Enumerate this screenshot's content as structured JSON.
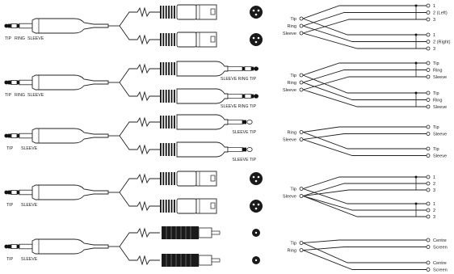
{
  "rows": [
    {
      "jack_labels": [
        "TIP",
        "RING",
        "SLEEVE"
      ],
      "connector_type": "xlr",
      "connector_labels": [
        "",
        ""
      ],
      "wiring": {
        "inputs": [
          "Tip",
          "Ring",
          "Sleeve"
        ],
        "outputs": [
          "1",
          "2 (Left)",
          "3",
          "1",
          "2 (Right)",
          "3"
        ]
      }
    },
    {
      "jack_labels": [
        "TIP",
        "RING",
        "SLEEVE"
      ],
      "connector_type": "trs",
      "connector_labels": [
        "SLEEVE RING TIP",
        "SLEEVE RING TIP"
      ],
      "wiring": {
        "inputs": [
          "Tip",
          "Ring",
          "Sleeve"
        ],
        "outputs": [
          "Tip",
          "Ring",
          "Sleeve",
          "Tip",
          "Ring",
          "Sleeve"
        ]
      }
    },
    {
      "jack_labels": [
        "TIP",
        "SLEEVE"
      ],
      "connector_type": "ts",
      "connector_labels": [
        "SLEEVE    TIP",
        "SLEEVE    TIP"
      ],
      "wiring": {
        "inputs": [
          "Ring",
          "Sleeve"
        ],
        "outputs": [
          "Tip",
          "Sleeve",
          "Tip",
          "Sleeve"
        ]
      }
    },
    {
      "jack_labels": [
        "TIP",
        "SLEEVE"
      ],
      "connector_type": "xlr",
      "connector_labels": [
        "",
        ""
      ],
      "wiring": {
        "inputs": [
          "Tip",
          "Sleeve"
        ],
        "outputs": [
          "1",
          "2",
          "3",
          "1",
          "2",
          "3"
        ]
      }
    },
    {
      "jack_labels": [
        "TIP",
        "SLEEVE"
      ],
      "connector_type": "rca",
      "connector_labels": [
        "",
        ""
      ],
      "wiring": {
        "inputs": [
          "Tip",
          "Ring"
        ],
        "outputs": [
          "Centre",
          "Screen",
          "Centre",
          "Screen"
        ]
      }
    }
  ]
}
